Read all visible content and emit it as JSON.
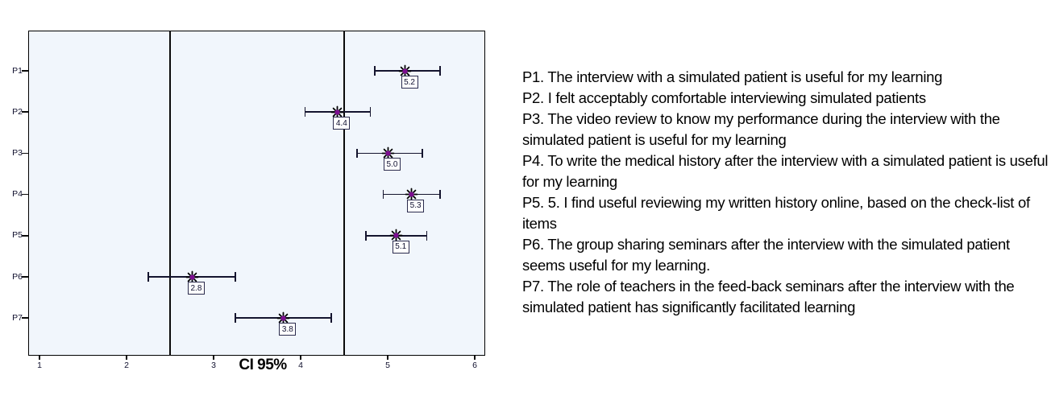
{
  "chart_data": {
    "type": "scatter",
    "subtype": "horizontal-ci-forest-plot",
    "title": "",
    "xlabel": "CI 95%",
    "ylabel": "",
    "xlim": [
      0.93,
      6.07
    ],
    "x_ticks": [
      1,
      2,
      3,
      4,
      5,
      6
    ],
    "reference_lines_x": [
      2.5,
      4.5
    ],
    "grid": false,
    "categories": [
      "P1",
      "P2",
      "P3",
      "P4",
      "P5",
      "P6",
      "P7"
    ],
    "items": [
      {
        "label": "P1",
        "mean": 5.2,
        "mean_label": "5.2",
        "ci_low": 4.85,
        "ci_high": 5.6
      },
      {
        "label": "P2",
        "mean": 4.42,
        "mean_label": "4.4",
        "ci_low": 4.05,
        "ci_high": 4.8
      },
      {
        "label": "P3",
        "mean": 5.0,
        "mean_label": "5.0",
        "ci_low": 4.65,
        "ci_high": 5.4
      },
      {
        "label": "P4",
        "mean": 5.27,
        "mean_label": "5.3",
        "ci_low": 4.95,
        "ci_high": 5.6
      },
      {
        "label": "P5",
        "mean": 5.1,
        "mean_label": "5.1",
        "ci_low": 4.75,
        "ci_high": 5.45
      },
      {
        "label": "P6",
        "mean": 2.75,
        "mean_label": "2.8",
        "ci_low": 2.25,
        "ci_high": 3.25
      },
      {
        "label": "P7",
        "mean": 3.8,
        "mean_label": "3.8",
        "ci_low": 3.25,
        "ci_high": 4.35
      }
    ],
    "colors": {
      "plot_bg": "#f1f6fc",
      "errorbar": "#14142e",
      "reference_line": "#0a0a0a",
      "marker_star": "#000000",
      "marker_center": "#7c0d90",
      "text": "#10102e"
    },
    "legend_position": "right"
  },
  "legend": {
    "items": [
      {
        "id": "P1",
        "text": "P1. The interview with a simulated patient is useful for my learning"
      },
      {
        "id": "P2",
        "text": "P2. I felt acceptably comfortable interviewing simulated patients"
      },
      {
        "id": "P3",
        "text": "P3. The video review to know my performance during the interview with the simulated patient is useful for my learning"
      },
      {
        "id": "P4",
        "text": "P4. To write the medical history after the interview with a simulated patient is useful for my learning"
      },
      {
        "id": "P5",
        "text": "P5. 5. I find useful reviewing my written history online, based on the check-list of items"
      },
      {
        "id": "P6",
        "text": "P6. The group sharing seminars after the interview with the simulated patient seems useful for my learning."
      },
      {
        "id": "P7",
        "text": "P7. The role of teachers in the feed-back seminars after the interview with the simulated patient has significantly facilitated learning"
      }
    ]
  }
}
